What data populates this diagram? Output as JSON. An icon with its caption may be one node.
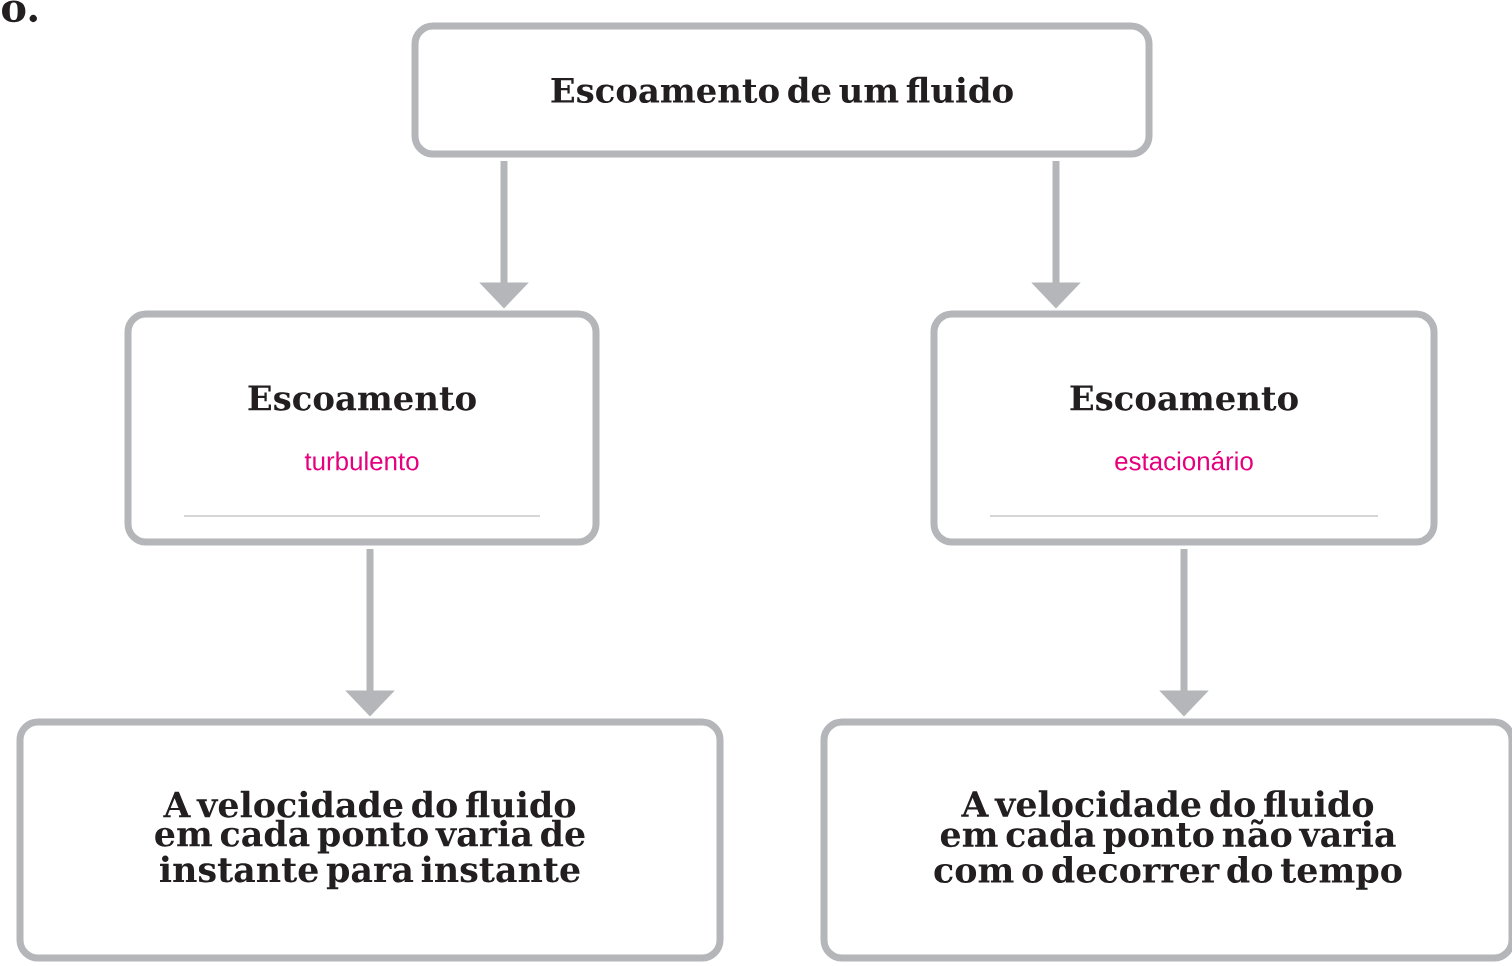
{
  "diagram": {
    "nodes": [
      {
        "text": [
          "Escoamento de um fluido"
        ]
      },
      {
        "text": [
          "Escoamento",
          "turbulento"
        ]
      },
      {
        "text": [
          "Escoamento",
          "estacionário"
        ]
      },
      {
        "text": [
          "A velocidade do fluido em cada ponto varia de instante para instante"
        ]
      },
      {
        "text": [
          "A velocidade do fluido em cada ponto não varia com o decorrer do tempo"
        ]
      }
    ],
    "edges": [
      {
        "from": 0,
        "to": 1,
        "arrow": "to"
      },
      {
        "from": 0,
        "to": 2,
        "arrow": "to"
      },
      {
        "from": 1,
        "to": 3,
        "arrow": "to"
      },
      {
        "from": 2,
        "to": 4,
        "arrow": "to"
      }
    ],
    "labels": [
      "o."
    ]
  }
}
